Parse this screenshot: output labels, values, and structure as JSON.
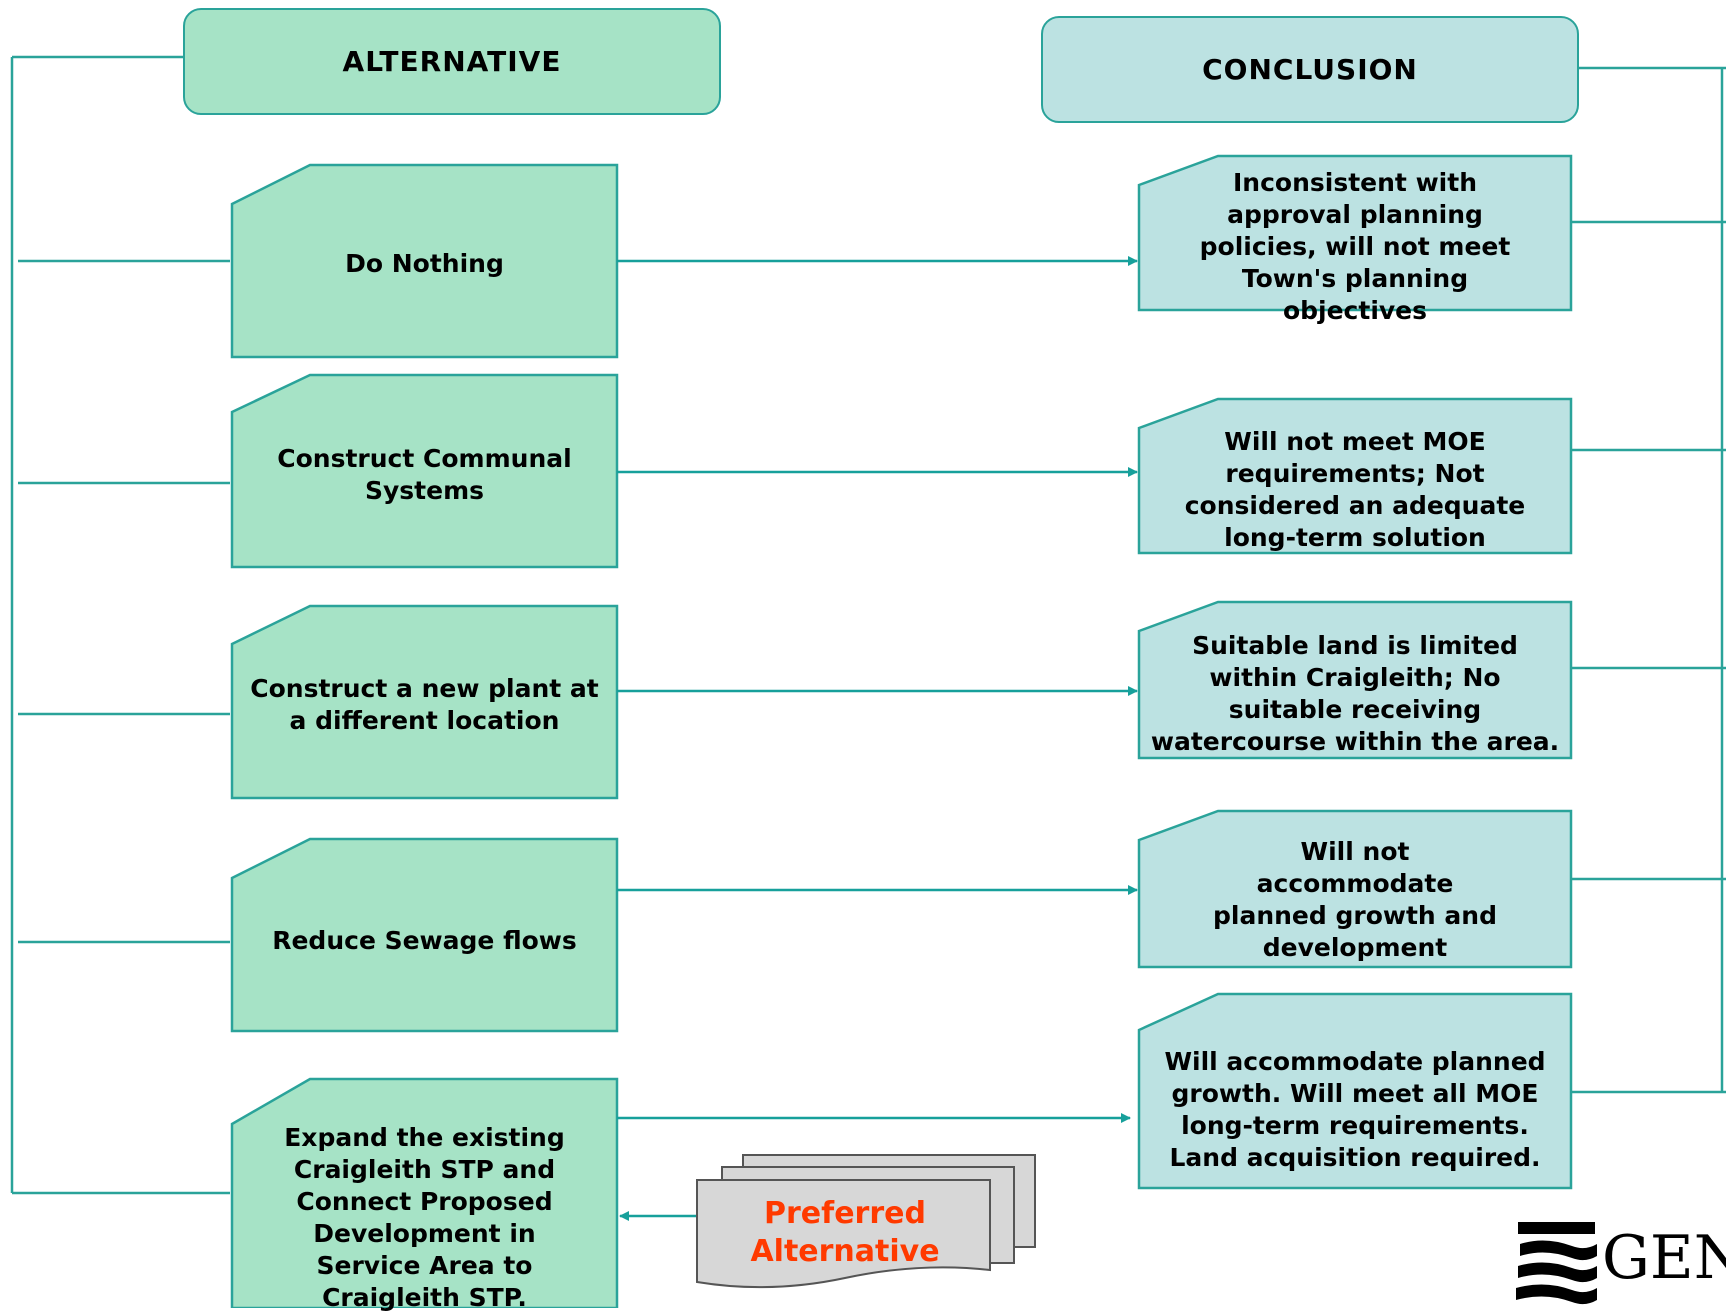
{
  "headers": {
    "alternative": "ALTERNATIVE",
    "conclusion": "CONCLUSION"
  },
  "alternatives": [
    "Do Nothing",
    "Construct Communal Systems",
    "Construct a new plant at a different location",
    "Reduce Sewage flows",
    "Expand the existing Craigleith STP and Connect Proposed Development in Service Area to Craigleith STP."
  ],
  "conclusions": [
    "Inconsistent with approval planning policies, will not meet Town's planning objectives",
    "Will not meet MOE requirements; Not considered an adequate long-term solution",
    "Suitable land is limited within Craigleith; No suitable receiving watercourse within the area.",
    "Will not accommodate planned growth and development",
    "Will accommodate planned growth. Will meet all MOE long-term requirements. Land acquisition required."
  ],
  "preferred": {
    "label": "Preferred Alternative",
    "color": "#ff3a00"
  },
  "logo": {
    "text": "GEN"
  },
  "colors": {
    "alternative_fill": "#a6e3c6",
    "conclusion_fill": "#bce2e2",
    "line": "#2aa39a",
    "arrow": "#17a09b"
  }
}
